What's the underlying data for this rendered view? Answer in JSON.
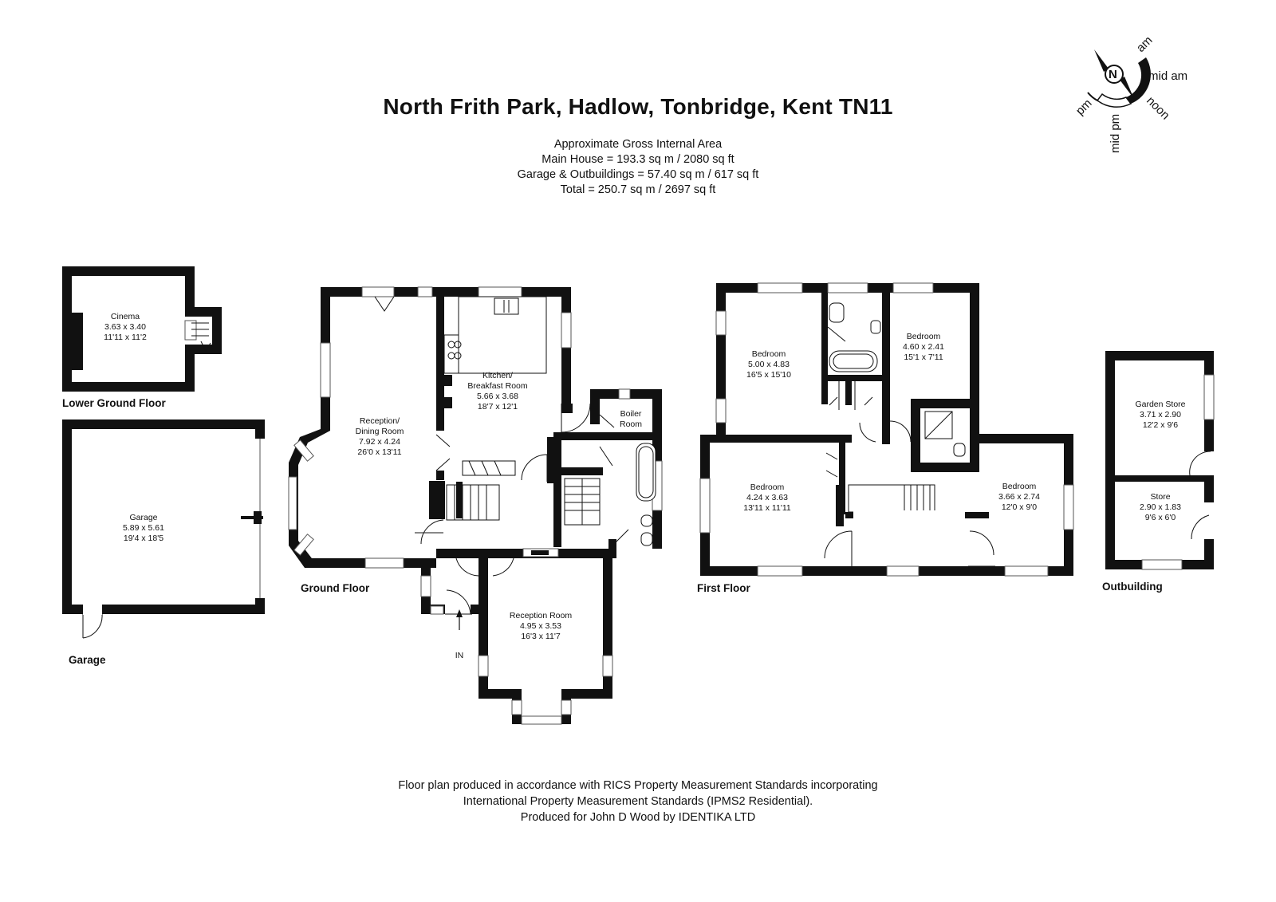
{
  "title": "North Frith Park, Hadlow, Tonbridge, Kent TN11",
  "areas": {
    "heading": "Approximate Gross Internal Area",
    "main_house": "Main House = 193.3 sq m / 2080 sq ft",
    "outbuildings": "Garage & Outbuildings = 57.40 sq m / 617 sq ft",
    "total": "Total = 250.7 sq m / 2697 sq ft"
  },
  "floors": {
    "lower_ground": "Lower Ground Floor",
    "garage": "Garage",
    "ground": "Ground Floor",
    "first": "First Floor",
    "outbuilding": "Outbuilding"
  },
  "rooms": {
    "cinema": {
      "name": "Cinema",
      "metric": "3.63 x 3.40",
      "imperial": "11'11 x 11'2"
    },
    "garage": {
      "name": "Garage",
      "metric": "5.89 x 5.61",
      "imperial": "19'4 x 18'5"
    },
    "reception_dining": {
      "name1": "Reception/",
      "name2": "Dining Room",
      "metric": "7.92 x 4.24",
      "imperial": "26'0 x 13'11"
    },
    "kitchen": {
      "name1": "Kitchen/",
      "name2": "Breakfast Room",
      "metric": "5.66 x 3.68",
      "imperial": "18'7 x 12'1"
    },
    "boiler": {
      "name1": "Boiler",
      "name2": "Room"
    },
    "reception_room": {
      "name": "Reception Room",
      "metric": "4.95 x 3.53",
      "imperial": "16'3 x 11'7"
    },
    "entrance": {
      "label": "IN"
    },
    "bedroom1": {
      "name": "Bedroom",
      "metric": "5.00 x 4.83",
      "imperial": "16'5 x 15'10"
    },
    "bedroom2": {
      "name": "Bedroom",
      "metric": "4.60 x 2.41",
      "imperial": "15'1 x 7'11"
    },
    "bedroom3": {
      "name": "Bedroom",
      "metric": "4.24 x 3.63",
      "imperial": "13'11 x 11'11"
    },
    "bedroom4": {
      "name": "Bedroom",
      "metric": "3.66 x 2.74",
      "imperial": "12'0 x 9'0"
    },
    "garden_store": {
      "name": "Garden Store",
      "metric": "3.71 x 2.90",
      "imperial": "12'2 x 9'6"
    },
    "store": {
      "name": "Store",
      "metric": "2.90 x 1.83",
      "imperial": "9'6 x 6'0"
    }
  },
  "compass": {
    "north": "N",
    "labels": [
      "am",
      "mid am",
      "noon",
      "mid pm",
      "pm"
    ],
    "icon": "compass-sun-path-icon"
  },
  "footer": {
    "line1": "Floor plan produced in accordance with RICS Property Measurement Standards incorporating",
    "line2": "International Property Measurement Standards (IPMS2 Residential).",
    "line3": "Produced for John D Wood by IDENTIKA LTD"
  }
}
